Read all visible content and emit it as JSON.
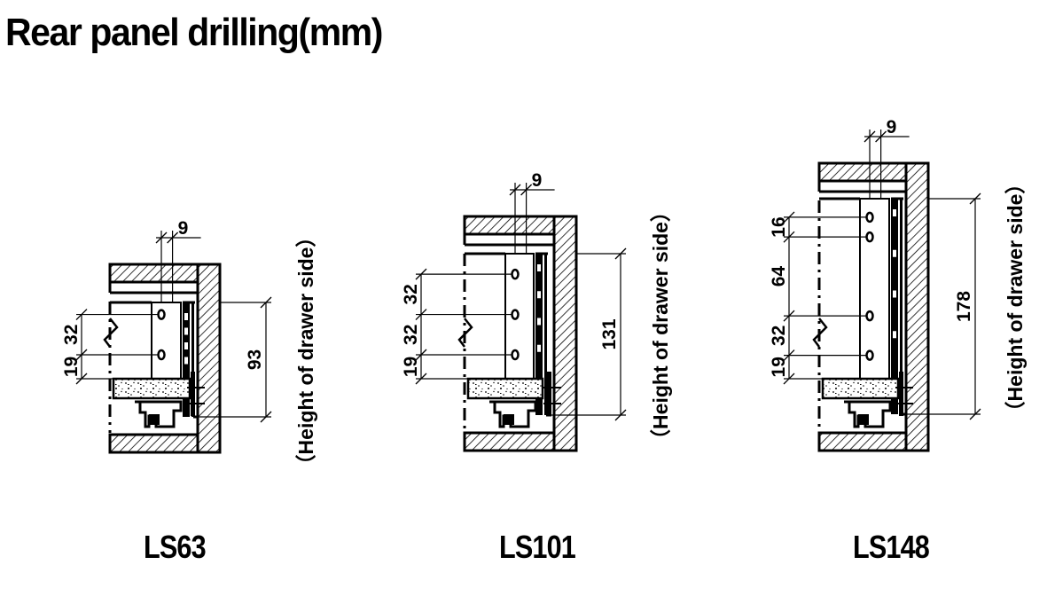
{
  "title": "Rear panel drilling(mm)",
  "side_label": "（Height of drawer side）",
  "colors": {
    "ink": "#000000",
    "background": "#ffffff"
  },
  "drawings": [
    {
      "model": "LS63",
      "drawer_side_height": "93",
      "offset_dim": "9",
      "spacing_dims": [
        "19",
        "32"
      ]
    },
    {
      "model": "LS101",
      "drawer_side_height": "131",
      "offset_dim": "9",
      "spacing_dims": [
        "19",
        "32",
        "32"
      ]
    },
    {
      "model": "LS148",
      "drawer_side_height": "178",
      "offset_dim": "9",
      "spacing_dims": [
        "19",
        "32",
        "64",
        "16"
      ]
    }
  ]
}
